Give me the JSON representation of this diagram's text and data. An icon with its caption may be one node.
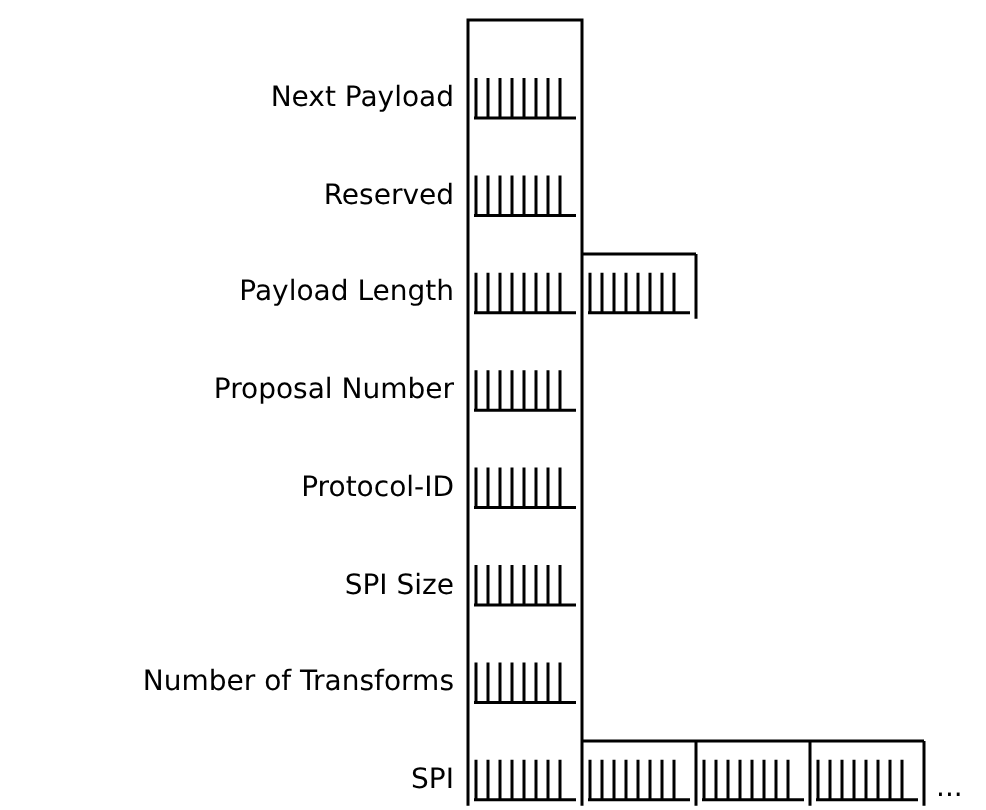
{
  "diagram": {
    "labels": [
      "Next Payload",
      "Reserved",
      "Payload Length",
      "Proposal Number",
      "Protocol-ID",
      "SPI Size",
      "Number of Transforms",
      "SPI",
      "..."
    ]
  }
}
